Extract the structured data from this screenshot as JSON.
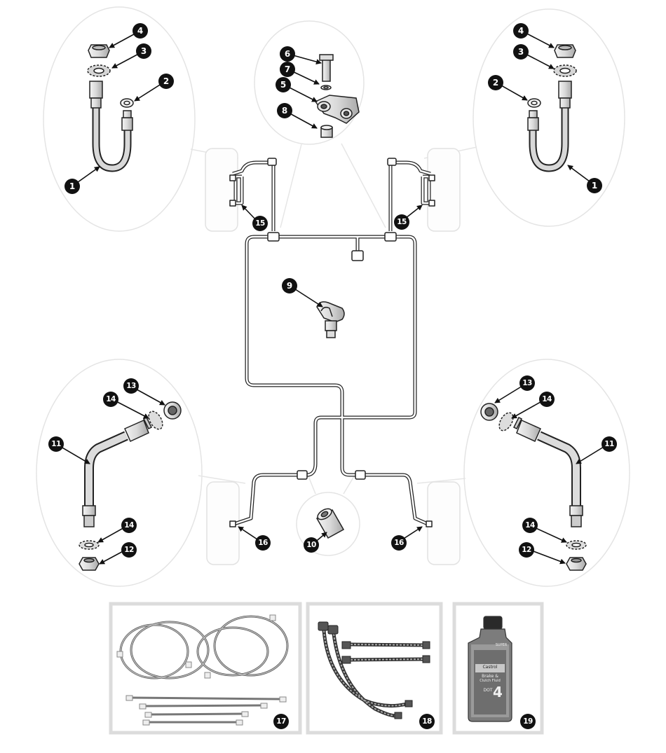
{
  "diagram": {
    "callouts": [
      "1",
      "2",
      "3",
      "4",
      "5",
      "6",
      "7",
      "8",
      "9",
      "10",
      "11",
      "12",
      "13",
      "14",
      "15",
      "16",
      "17",
      "18",
      "19"
    ],
    "bottle": {
      "top_text": "SUPER",
      "brand_text": "Castrol",
      "product_line1": "Brake &",
      "product_line2": "Clutch Fluid",
      "grade_text": "DOT",
      "grade_number": "4"
    }
  }
}
